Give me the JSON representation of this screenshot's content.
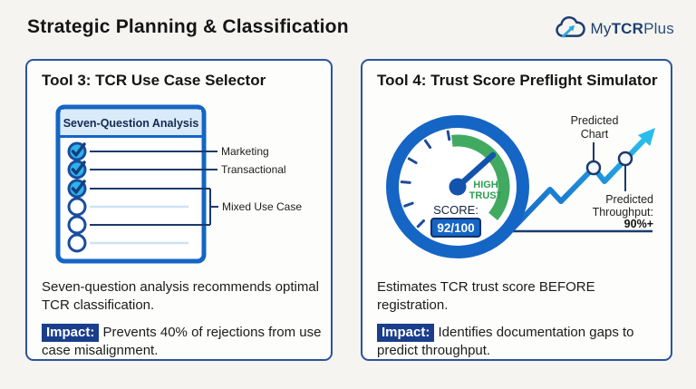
{
  "header": {
    "title": "Strategic Planning & Classification",
    "logo": {
      "part1": "My",
      "part2": "TCR",
      "part3": "Plus"
    }
  },
  "tool3": {
    "title": "Tool 3: TCR Use Case Selector",
    "checklist": {
      "header": "Seven-Question Analysis",
      "rows_total": 6,
      "rows_checked": 3,
      "callouts": {
        "row1": "Marketing",
        "row2": "Transactional",
        "bracket": "Mixed Use Case"
      }
    },
    "description": "Seven-question analysis recommends optimal TCR classification.",
    "impact": {
      "label": "Impact:",
      "text": "Prevents 40% of rejections from use case misalignment."
    }
  },
  "tool4": {
    "title": "Tool 4: Trust Score Preflight Simulator",
    "gauge": {
      "status_line1": "HIGH",
      "status_line2": "TRUST",
      "score_label": "SCORE:",
      "score_value": "92/100"
    },
    "trend": {
      "callout_chart_line1": "Predicted",
      "callout_chart_line2": "Chart",
      "callout_throughput_line1": "Predicted",
      "callout_throughput_line2": "Throughput:",
      "callout_throughput_value": "90%+"
    },
    "description": "Estimates TCR trust score BEFORE registration.",
    "impact": {
      "label": "Impact:",
      "text": "Identifies documentation gaps to predict throughput."
    }
  },
  "colors": {
    "primary_blue": "#1565c4",
    "cyan": "#29bdea",
    "green": "#41aa60",
    "navy": "#1b3a6b",
    "badge_navy": "#1a3e8c",
    "card_header_bg": "#d9eaf8",
    "check_fill": "#2cb3e9"
  }
}
